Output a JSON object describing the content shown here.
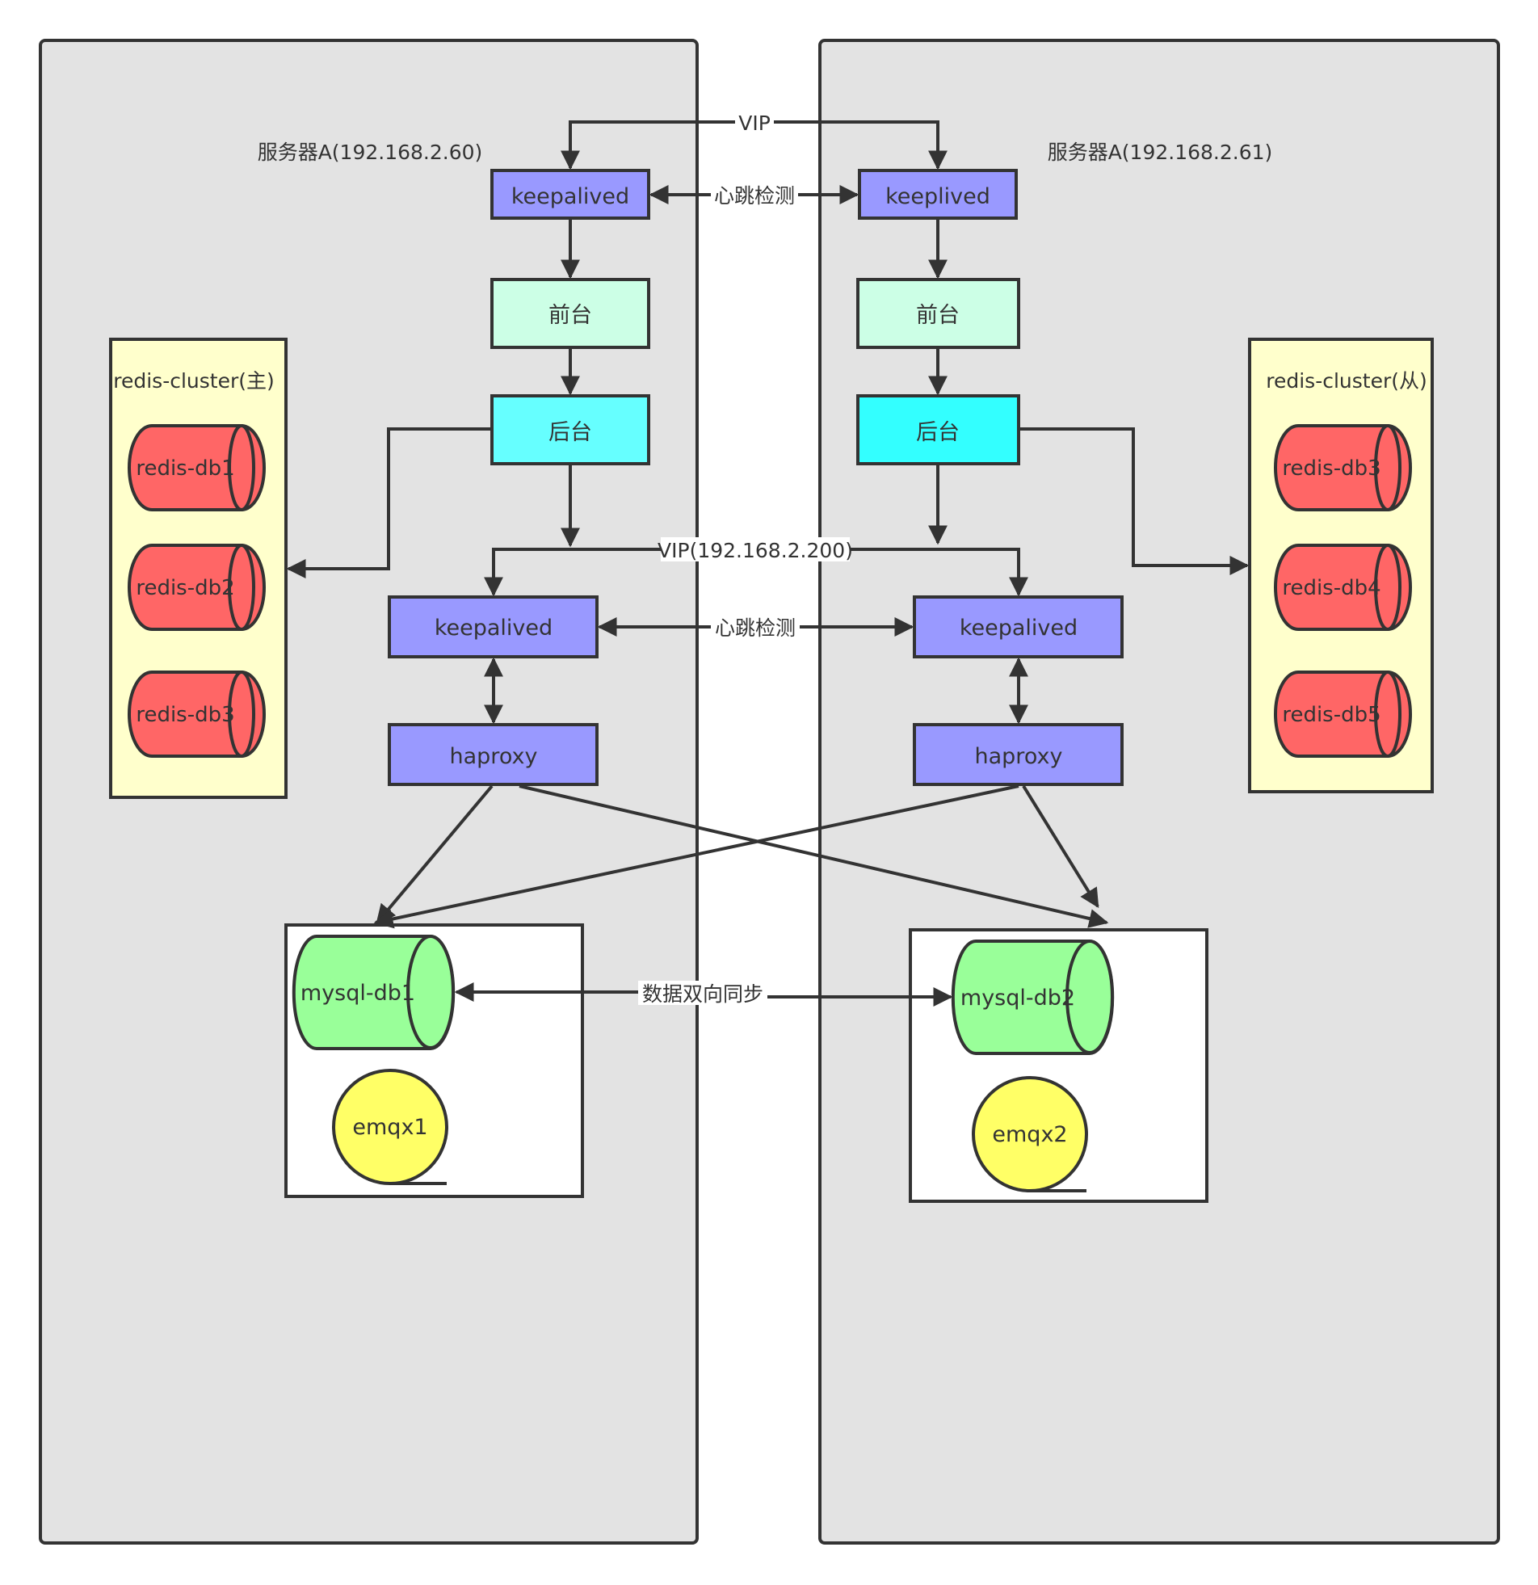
{
  "servers": {
    "left_title": "服务器A(192.168.2.60)",
    "right_title": "服务器A(192.168.2.61)"
  },
  "links": {
    "vip_top": "VIP",
    "heartbeat_top": "心跳检测",
    "vip_mid": "VIP(192.168.2.200)",
    "heartbeat_mid": "心跳检测",
    "sync": "数据双向同步"
  },
  "left": {
    "keepalived_top": "keepalived",
    "frontend": "前台",
    "backend": "后台",
    "keepalived_mid": "keepalived",
    "haproxy": "haproxy",
    "mysql": "mysql-db1",
    "emqx": "emqx1",
    "redis_cluster": {
      "title": "redis-cluster(主)",
      "dbs": [
        "redis-db1",
        "redis-db2",
        "redis-db3"
      ]
    }
  },
  "right": {
    "keepalived_top": "keeplived",
    "frontend": "前台",
    "backend": "后台",
    "keepalived_mid": "keepalived",
    "haproxy": "haproxy",
    "mysql": "mysql-db2",
    "emqx": "emqx2",
    "redis_cluster": {
      "title": "redis-cluster(从)",
      "dbs": [
        "redis-db3",
        "redis-db4",
        "redis-db5"
      ]
    }
  },
  "colors": {
    "server_panel": "#e3e3e3",
    "keepalived": "#9999ff",
    "frontend": "#ccffe6",
    "backend_left": "#66ffff",
    "backend_right": "#33ffff",
    "haproxy": "#9999ff",
    "redis_db": "#ff6666",
    "redis_cluster": "#ffffcc",
    "mysql": "#99ff99",
    "emqx": "#ffff66",
    "stroke": "#333333"
  }
}
